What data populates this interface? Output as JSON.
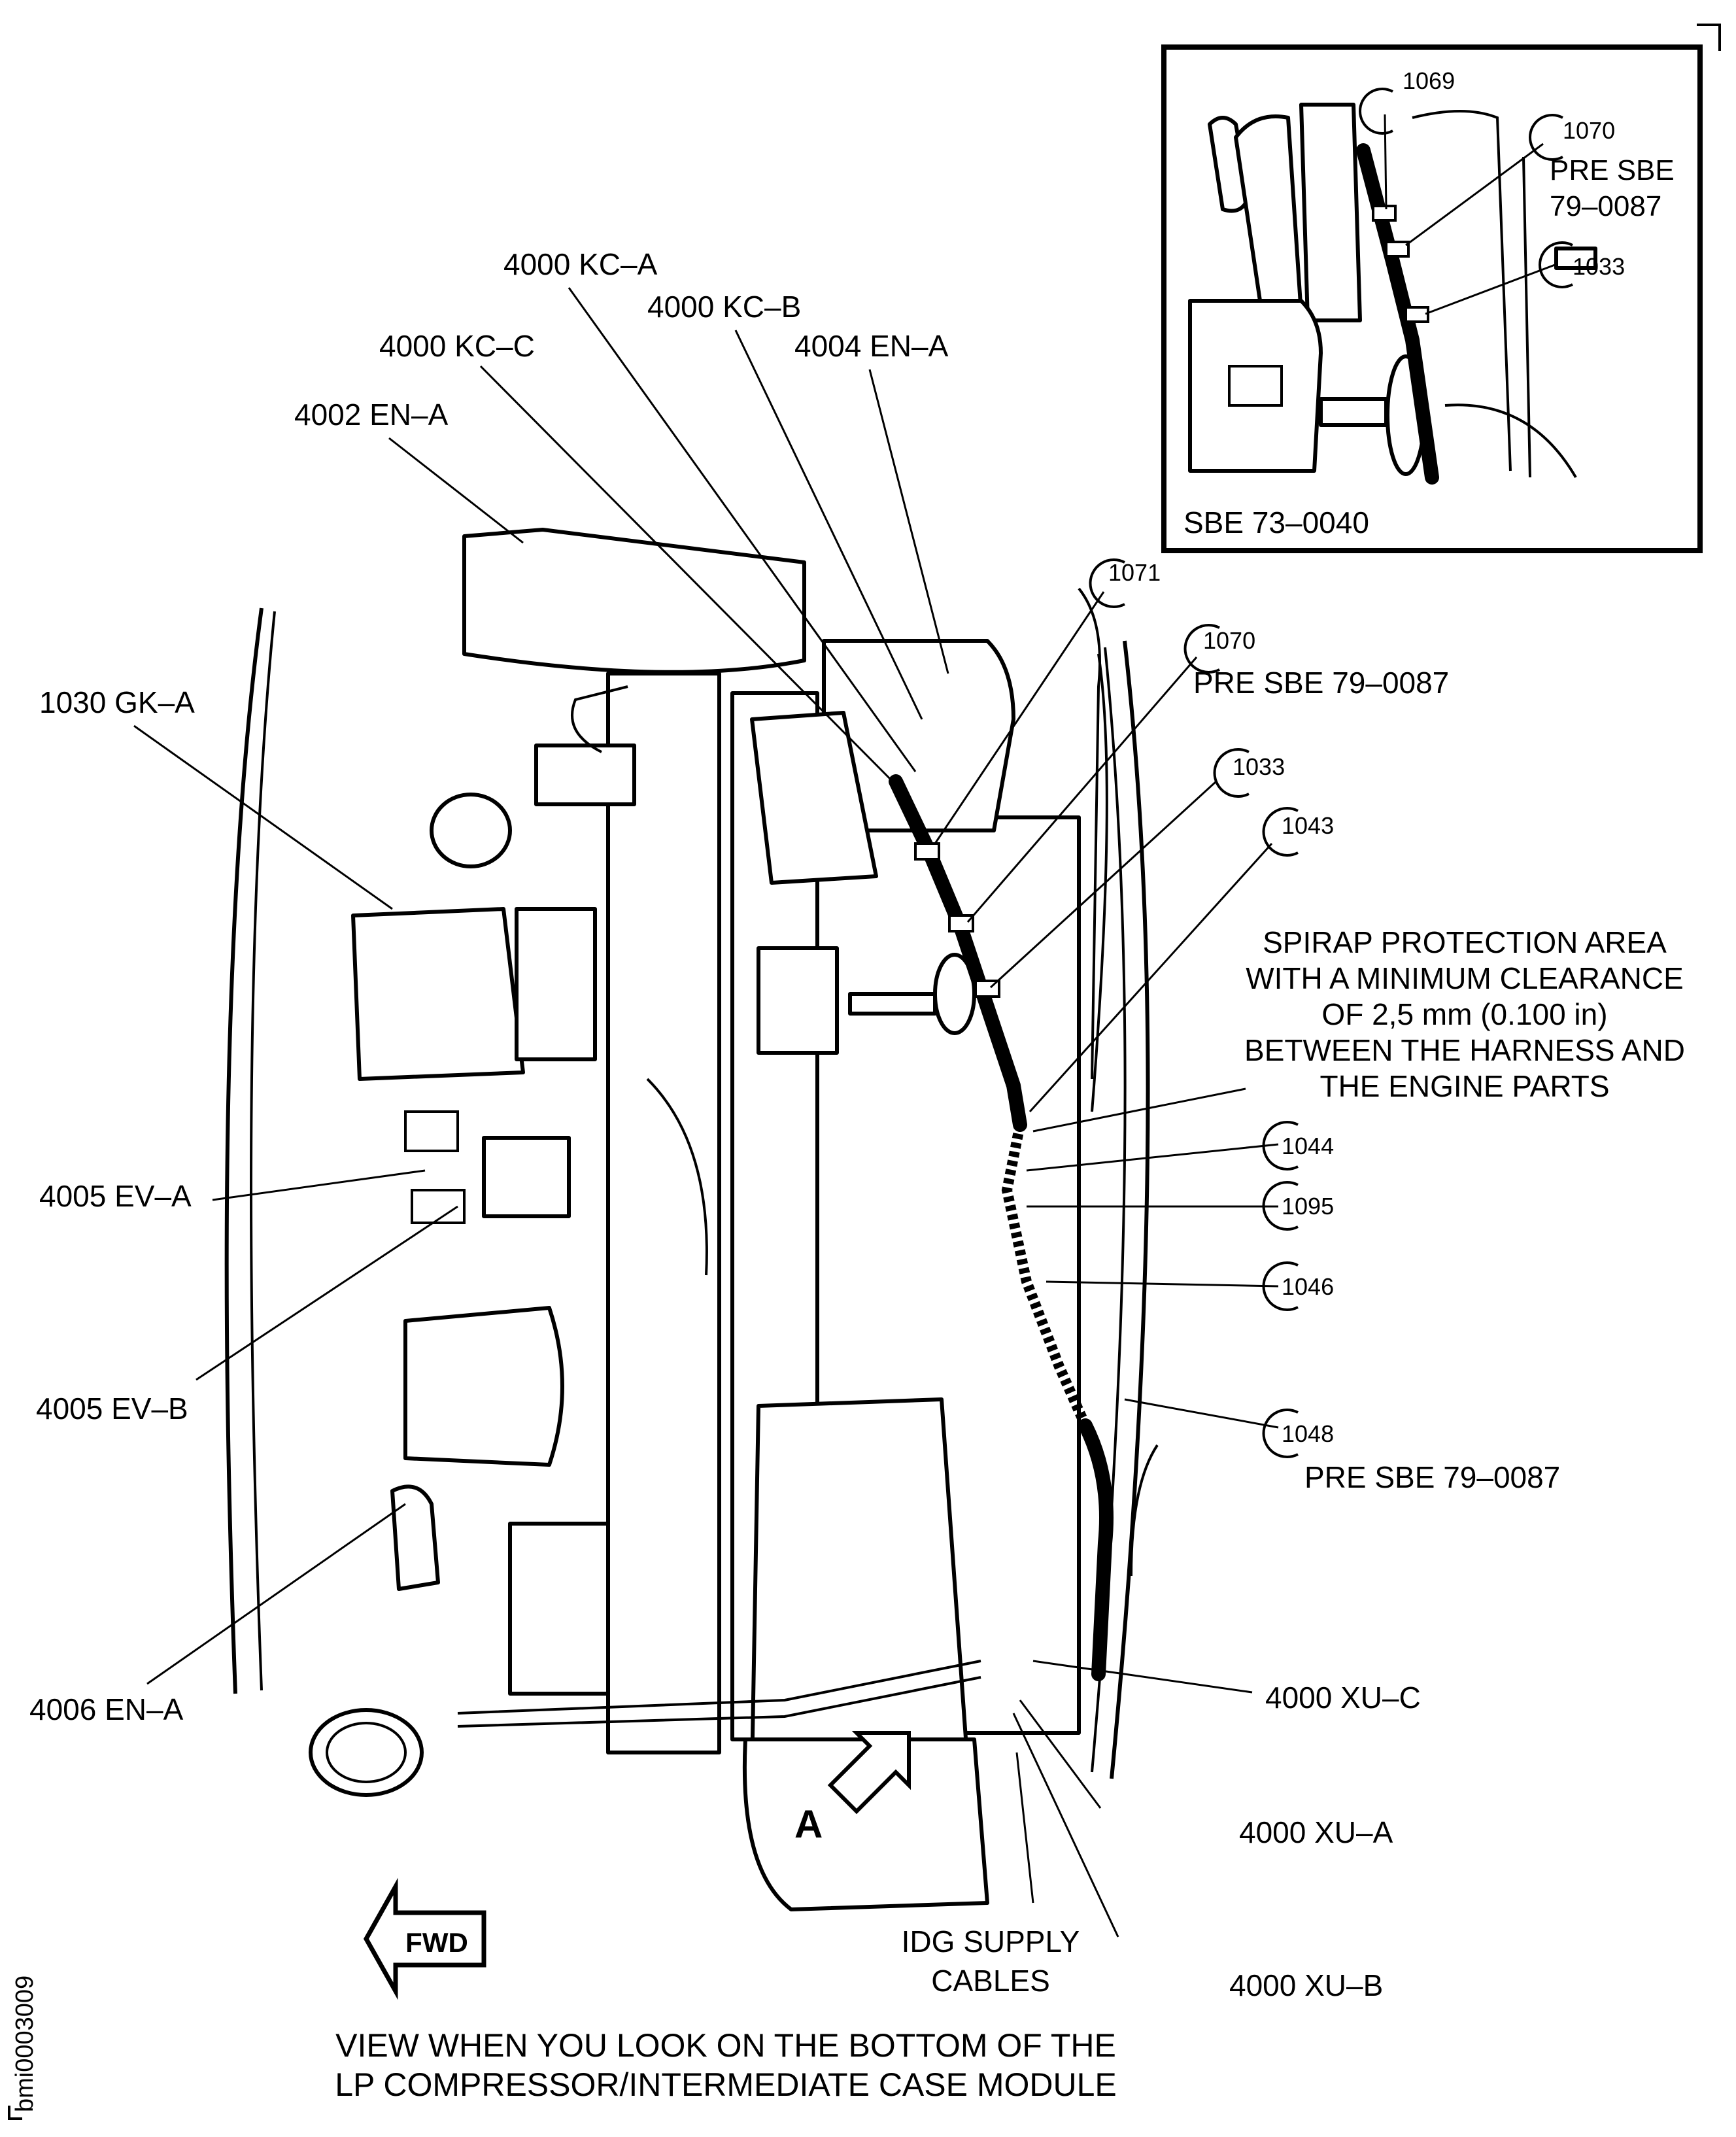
{
  "figure": {
    "figure_id": "bmi0003009",
    "caption_lines": [
      "VIEW WHEN YOU LOOK ON THE BOTTOM OF THE",
      "LP COMPRESSOR/INTERMEDIATE CASE MODULE"
    ],
    "fwd_arrow_label": "FWD",
    "view_marker": "A"
  },
  "callouts_left": [
    {
      "id": "4002-en-a",
      "text": "4002 EN–A"
    },
    {
      "id": "1030-gk-a",
      "text": "1030 GK–A"
    },
    {
      "id": "4005-ev-a",
      "text": "4005 EV–A"
    },
    {
      "id": "4005-ev-b",
      "text": "4005 EV–B"
    },
    {
      "id": "4006-en-a",
      "text": "4006 EN–A"
    }
  ],
  "callouts_top": [
    {
      "id": "4000-kc-a",
      "text": "4000 KC–A"
    },
    {
      "id": "4000-kc-b",
      "text": "4000 KC–B"
    },
    {
      "id": "4000-kc-c",
      "text": "4000 KC–C"
    },
    {
      "id": "4004-en-a",
      "text": "4004 EN–A"
    }
  ],
  "item_refs": [
    {
      "id": "1071",
      "text": "1071",
      "note": ""
    },
    {
      "id": "1070",
      "text": "1070",
      "note": "PRE SBE 79–0087"
    },
    {
      "id": "1033",
      "text": "1033",
      "note": ""
    },
    {
      "id": "1043",
      "text": "1043",
      "note": ""
    },
    {
      "id": "1044",
      "text": "1044",
      "note": ""
    },
    {
      "id": "1095",
      "text": "1095",
      "note": ""
    },
    {
      "id": "1046",
      "text": "1046",
      "note": ""
    },
    {
      "id": "1048",
      "text": "1048",
      "note": "PRE SBE 79–0087"
    }
  ],
  "spirap_note": [
    "SPIRAP PROTECTION AREA",
    "WITH A MINIMUM CLEARANCE",
    "OF 2,5 mm (0.100 in)",
    "BETWEEN THE HARNESS AND",
    "THE ENGINE PARTS"
  ],
  "callouts_bottom_right": [
    {
      "id": "4000-xu-c",
      "text": "4000 XU–C"
    },
    {
      "id": "4000-xu-a",
      "text": "4000 XU–A"
    },
    {
      "id": "4000-xu-b",
      "text": "4000 XU–B"
    }
  ],
  "idg_label": [
    "IDG SUPPLY",
    "CABLES"
  ],
  "inset": {
    "title": "SBE 73–0040",
    "refs": [
      {
        "id": "1069",
        "text": "1069"
      },
      {
        "id": "1070",
        "text": "1070"
      },
      {
        "id": "1033",
        "text": "1033"
      }
    ],
    "note_lines": [
      "PRE SBE",
      "79–0087"
    ]
  }
}
